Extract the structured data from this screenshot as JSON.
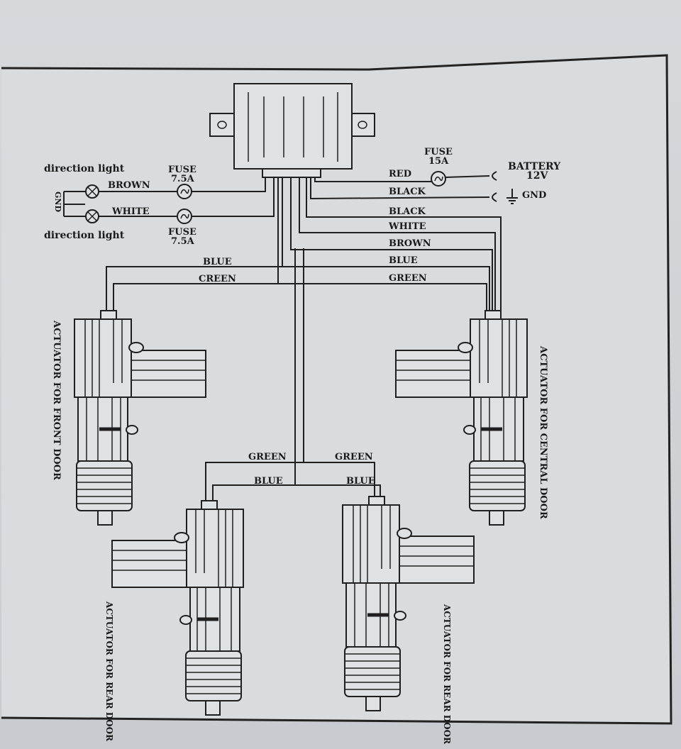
{
  "labels": {
    "direction_light_top": "direction light",
    "direction_light_bottom": "direction light",
    "gnd_left": "GND",
    "fuse_top": "FUSE",
    "fuse_top_rating": "7.5A",
    "fuse_bottom": "FUSE",
    "fuse_bottom_rating": "7.5A",
    "fuse_main": "FUSE",
    "fuse_main_rating": "15A",
    "battery": "BATTERY",
    "battery_voltage": "12V",
    "gnd_right": "GND",
    "actuator_front": "ACTUATOR FOR FRONT DOOR",
    "actuator_central": "ACTUATOR FOR CENTRAL DOOR",
    "actuator_rear_left": "ACTUATOR FOR REAR DOOR",
    "actuator_rear_right": "ACTUATOR FOR REAR DOOR"
  },
  "wires": {
    "brown_light": "BROWN",
    "white_light": "WHITE",
    "red": "RED",
    "black_gnd": "BLACK",
    "black": "BLACK",
    "white": "WHITE",
    "brown": "BROWN",
    "blue_right": "BLUE",
    "green_right": "GREEN",
    "blue_left": "BLUE",
    "green_left": "CREEN",
    "green_rear_left": "GREEN",
    "green_rear_right": "GREEN",
    "blue_rear_left": "BLUE",
    "blue_rear_right": "BLUE"
  },
  "colors": {
    "paper": "#d3d7da",
    "ink": "#1f1f1f"
  }
}
